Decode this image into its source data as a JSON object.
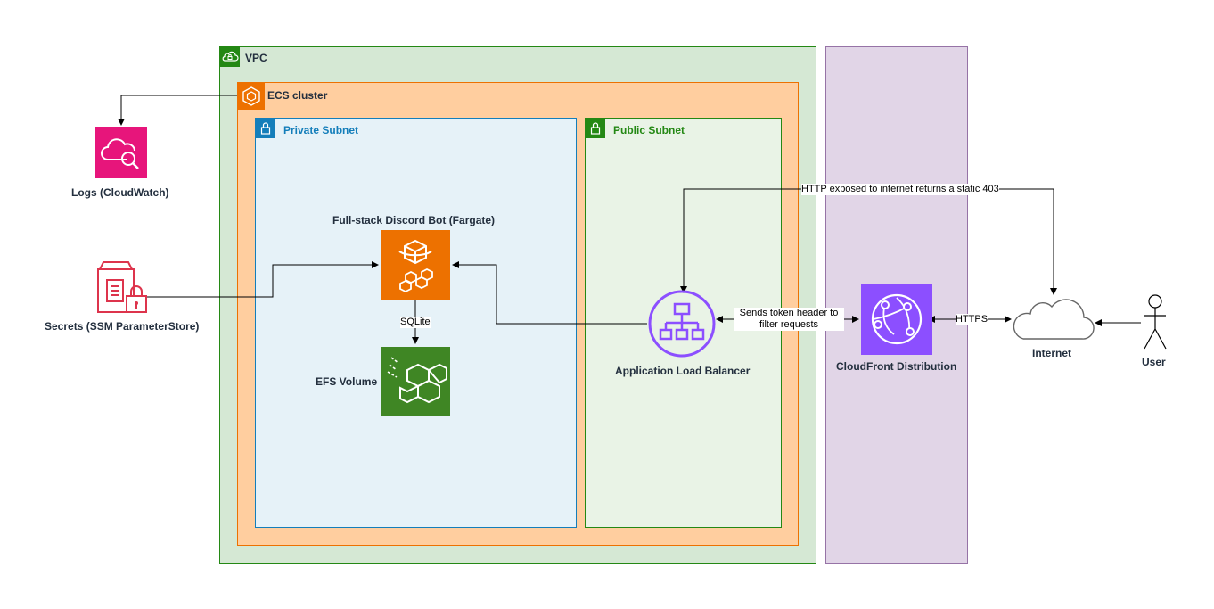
{
  "groups": {
    "vpc": {
      "label": "VPC"
    },
    "ecs_cluster": {
      "label": "ECS cluster"
    },
    "private_subnet": {
      "label": "Private Subnet"
    },
    "public_subnet": {
      "label": "Public Subnet"
    }
  },
  "nodes": {
    "cloudwatch": {
      "label": "Logs (CloudWatch)"
    },
    "ssm": {
      "label": "Secrets (SSM ParameterStore)"
    },
    "fargate": {
      "label": "Full-stack Discord Bot (Fargate)"
    },
    "efs": {
      "label": "EFS Volume"
    },
    "alb": {
      "label": "Application Load Balancer"
    },
    "cloudfront": {
      "label": "CloudFront Distribution"
    },
    "internet": {
      "label": "Internet"
    },
    "user": {
      "label": "User"
    }
  },
  "edges": {
    "sqlite": {
      "label": "SQLite"
    },
    "token": {
      "line1": "Sends token header to",
      "line2": "filter requests"
    },
    "https": {
      "label": "HTTPS"
    },
    "http403": {
      "label": "HTTP exposed to internet returns a static 403"
    }
  },
  "colors": {
    "vpc_fill": "#d5e8d4",
    "vpc_border": "#248814",
    "ecs_fill": "#ffce9f",
    "ecs_border": "#ed7100",
    "private_fill": "#e6f2f8",
    "private_border": "#147eba",
    "public_fill": "#e9f3e6",
    "public_border": "#248814",
    "purple_fill": "#e1d5e7",
    "purple_border": "#9673a6",
    "cloudwatch": "#e7157b",
    "ssm": "#dd344c",
    "fargate": "#ed7100",
    "efs": "#3f8624",
    "alb": "#8c4fff",
    "cloudfront": "#8c4fff"
  },
  "icons": {
    "vpc": "cloud-lock-icon",
    "ecs": "ecs-cluster-icon",
    "subnet": "lock-icon",
    "cloudwatch": "cloudwatch-icon",
    "ssm": "ssm-parameter-store-icon",
    "fargate": "fargate-icon",
    "efs": "efs-icon",
    "alb": "load-balancer-icon",
    "cloudfront": "cloudfront-icon",
    "internet": "cloud-icon",
    "user": "user-icon"
  }
}
